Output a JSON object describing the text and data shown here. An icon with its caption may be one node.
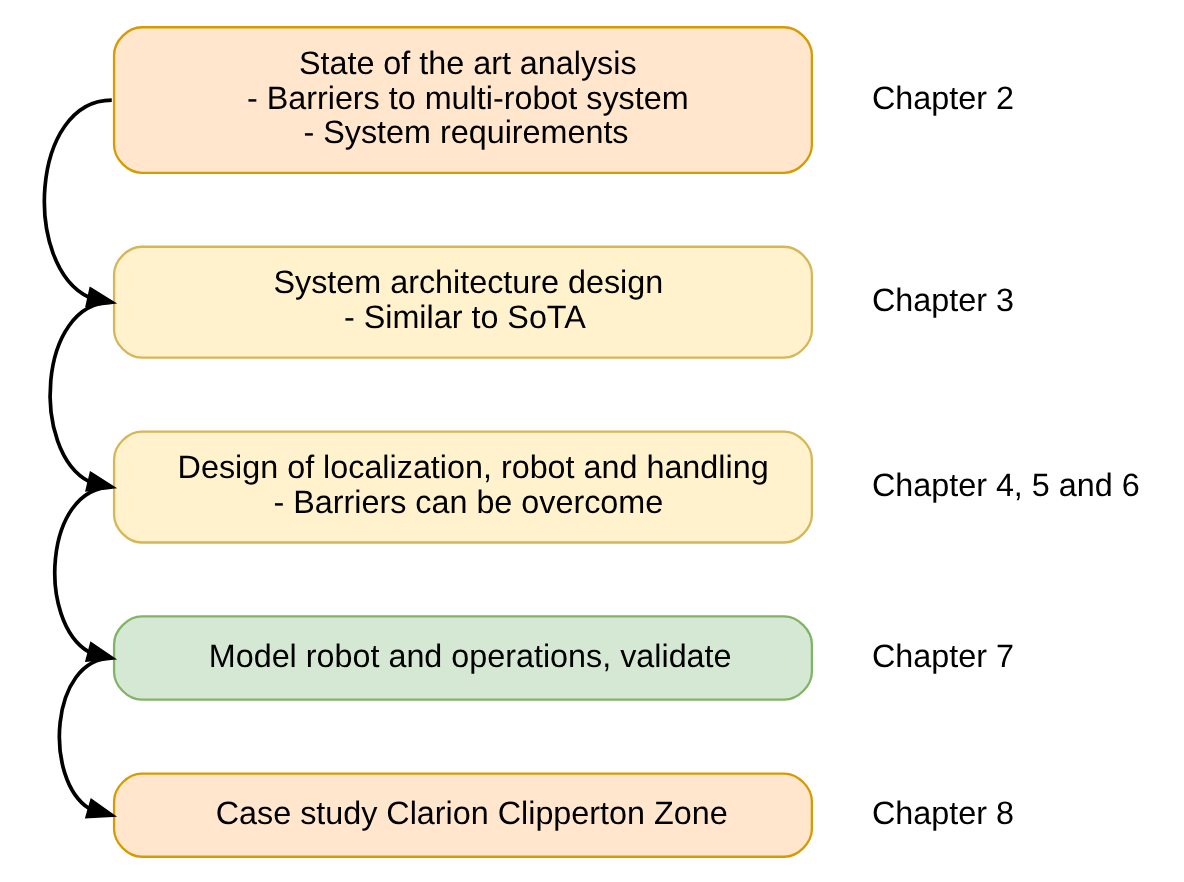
{
  "diagram": {
    "nodes": [
      {
        "text": [
          "State of the art analysis",
          "- Barriers to multi-robot system",
          "- System requirements"
        ],
        "beside": [
          "Chapter 2"
        ]
      },
      {
        "text": [
          "System architecture design",
          "- Similar to SoTA"
        ],
        "beside": [
          "Chapter 3"
        ]
      },
      {
        "text": [
          "Design of localization, robot and handling",
          "- Barriers can be overcome"
        ],
        "beside": [
          "Chapter 4, 5 and 6"
        ]
      },
      {
        "text": [
          "Model robot and operations, validate"
        ],
        "beside": [
          "Chapter 7"
        ]
      },
      {
        "text": [
          "Case study Clarion Clipperton Zone"
        ],
        "beside": [
          "Chapter 8"
        ]
      }
    ],
    "edges": [
      {
        "from": 0,
        "to": 1,
        "arrow": "to"
      },
      {
        "from": 1,
        "to": 2,
        "arrow": "to"
      },
      {
        "from": 2,
        "to": 3,
        "arrow": "to"
      },
      {
        "from": 3,
        "to": 4,
        "arrow": "to"
      }
    ]
  }
}
